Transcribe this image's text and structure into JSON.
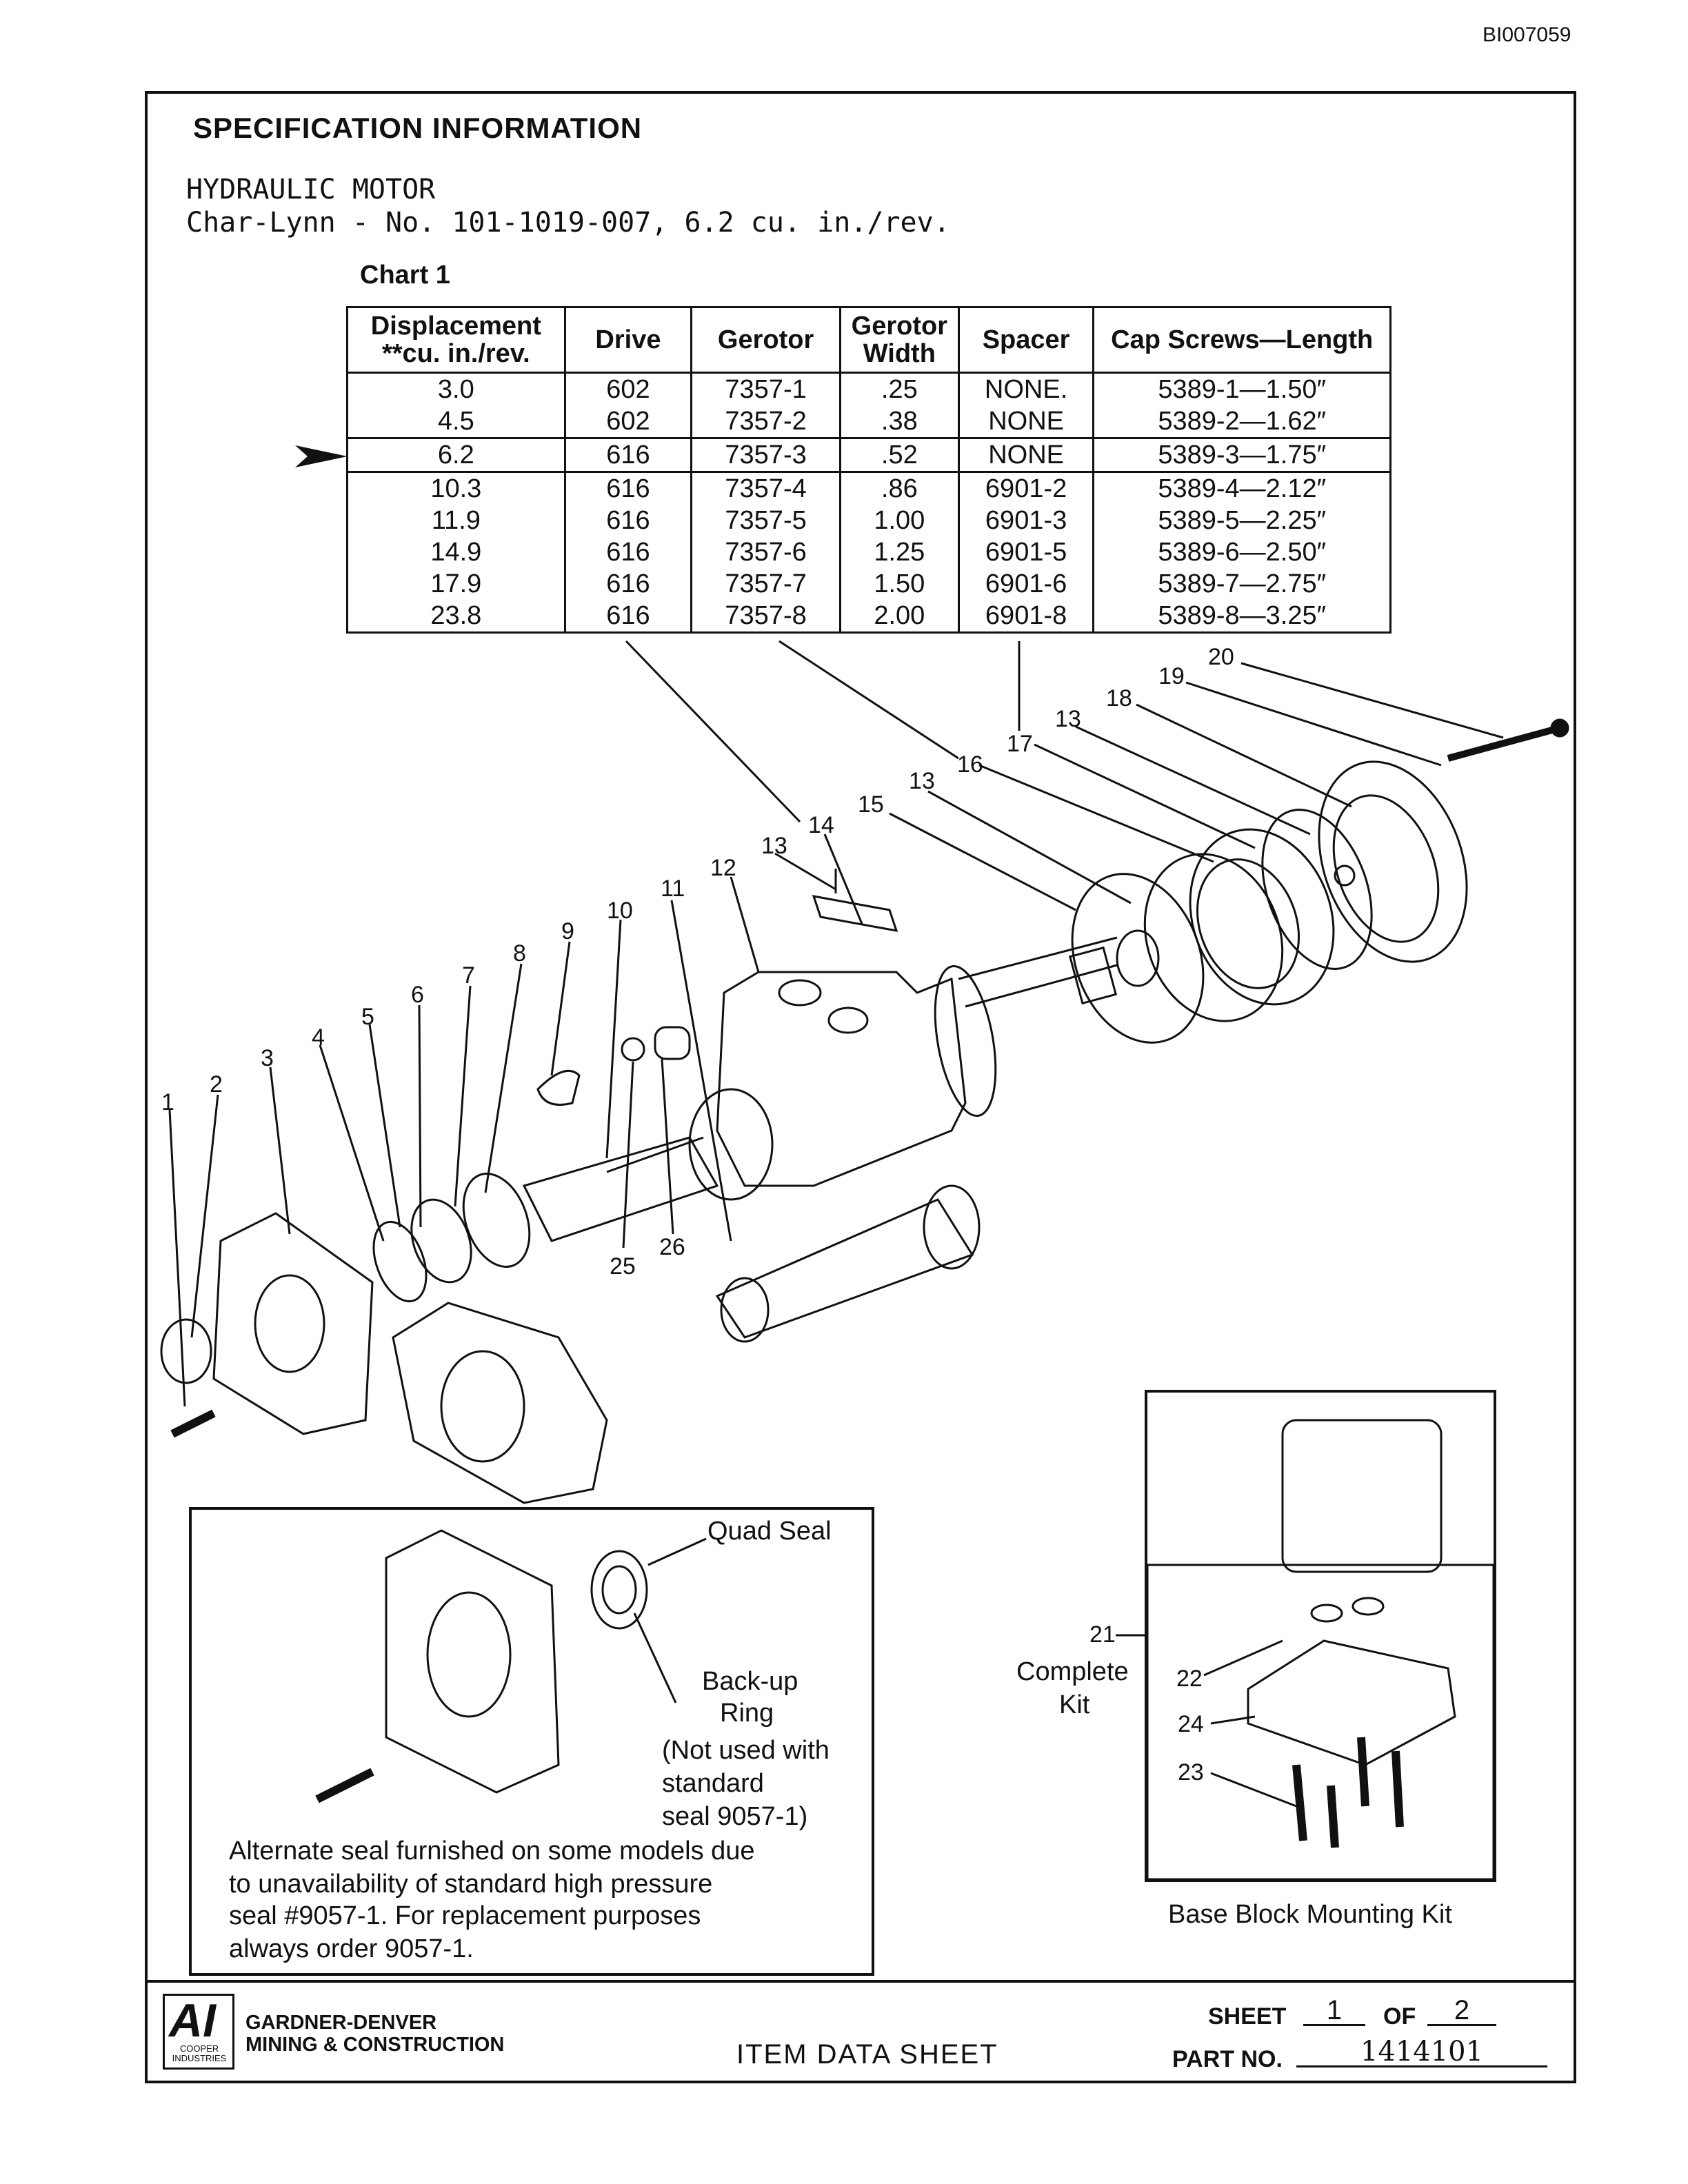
{
  "doc_id": "BI007059",
  "spec": {
    "title": "SPECIFICATION INFORMATION",
    "line1": "HYDRAULIC MOTOR",
    "line2": "Char-Lynn - No. 101-1019-007, 6.2 cu. in./rev."
  },
  "chart": {
    "label": "Chart 1",
    "headers": [
      "Displacement **cu. in./rev.",
      "Drive",
      "Gerotor",
      "Gerotor Width",
      "Spacer",
      "Cap Screws—Length"
    ],
    "rows": [
      [
        "3.0",
        "602",
        "7357-1",
        ".25",
        "NONE.",
        "5389-1—1.50″"
      ],
      [
        "4.5",
        "602",
        "7357-2",
        ".38",
        "NONE",
        "5389-2—1.62″"
      ],
      [
        "6.2",
        "616",
        "7357-3",
        ".52",
        "NONE",
        "5389-3—1.75″"
      ],
      [
        "10.3",
        "616",
        "7357-4",
        ".86",
        "6901-2",
        "5389-4—2.12″"
      ],
      [
        "11.9",
        "616",
        "7357-5",
        "1.00",
        "6901-3",
        "5389-5—2.25″"
      ],
      [
        "14.9",
        "616",
        "7357-6",
        "1.25",
        "6901-5",
        "5389-6—2.50″"
      ],
      [
        "17.9",
        "616",
        "7357-7",
        "1.50",
        "6901-6",
        "5389-7—2.75″"
      ],
      [
        "23.8",
        "616",
        "7357-8",
        "2.00",
        "6901-8",
        "5389-8—3.25″"
      ]
    ],
    "selected_row": "6.2"
  },
  "callouts": [
    "1",
    "2",
    "3",
    "4",
    "5",
    "6",
    "7",
    "8",
    "9",
    "10",
    "11",
    "12",
    "13",
    "13",
    "13",
    "14",
    "15",
    "16",
    "17",
    "18",
    "19",
    "20",
    "25",
    "26"
  ],
  "inset_seal": {
    "quad_seal": "Quad Seal",
    "backup_ring_1": "Back-up",
    "backup_ring_2": "Ring",
    "note_1": "(Not used with",
    "note_2": "standard",
    "note_3": "seal 9057-1)",
    "alt_1": "Alternate seal furnished on some models due",
    "alt_2": "to unavailability of standard high pressure",
    "alt_3": "seal #9057-1.  For replacement purposes",
    "alt_4": "always order 9057-1."
  },
  "kit": {
    "n21": "21",
    "complete": "Complete",
    "kit": "Kit",
    "n22": "22",
    "n24": "24",
    "n23": "23",
    "caption": "Base Block Mounting Kit"
  },
  "footer": {
    "logo": "AI",
    "logo_sub": "COOPER INDUSTRIES",
    "company_1": "GARDNER-DENVER",
    "company_2": "MINING & CONSTRUCTION",
    "sheet_type": "ITEM DATA SHEET",
    "sheet_label": "SHEET",
    "sheet_no": "1",
    "of_label": "OF",
    "sheet_total": "2",
    "part_label": "PART NO.",
    "part_no": "1414101"
  }
}
